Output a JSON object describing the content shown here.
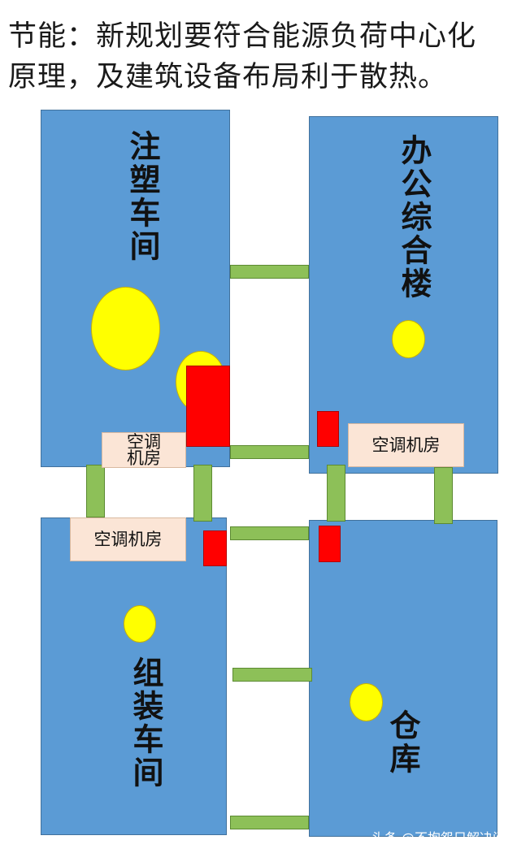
{
  "title": {
    "line1": "节能：新规划要符合能源负荷中心化",
    "line2": "原理，及建筑设备布局利于散热。"
  },
  "buildings": {
    "injection": "注塑车间",
    "office": "办公综合楼",
    "assembly": "组装车间",
    "warehouse": "仓库"
  },
  "ac_room": {
    "label": "空调机房",
    "label_line1": "空调",
    "label_line2": "机房"
  },
  "watermark": "头条 @不抱怨只解决问题",
  "colors": {
    "building": "#5b9bd5",
    "bridge": "#8dc058",
    "energy_load": "#ffff00",
    "equipment": "#ff0000",
    "ac_room": "#fbe5d6"
  }
}
